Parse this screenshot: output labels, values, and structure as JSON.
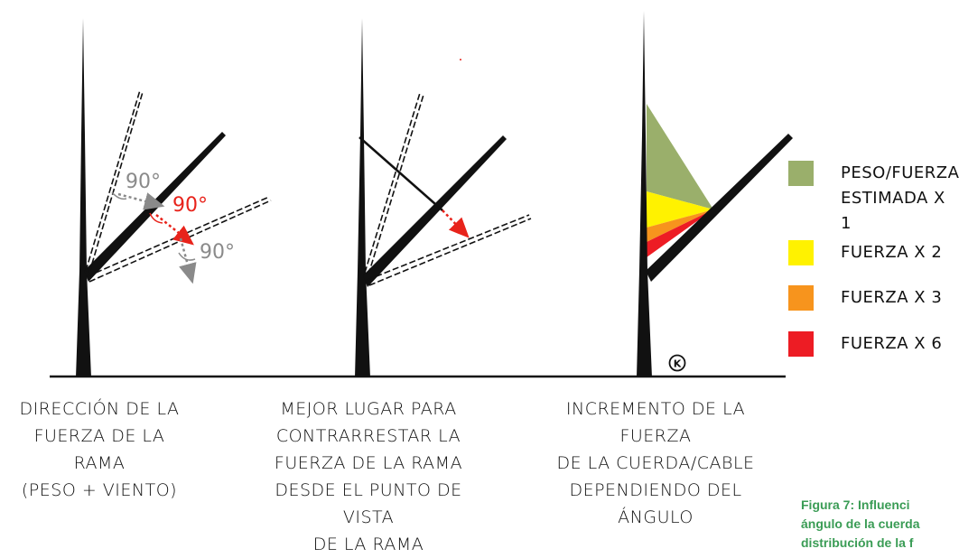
{
  "diagram": {
    "panel1": {
      "angle_labels": {
        "a1": "90°",
        "a2": "90°",
        "a3": "90°"
      }
    },
    "panel3": {
      "mark": "K"
    }
  },
  "captions": {
    "panel1": "DIRECCIÓN DE LA\nFUERZA DE LA RAMA\n(PESO + VIENTO)",
    "panel2": "MEJOR LUGAR PARA\nCONTRARRESTAR LA\nFUERZA DE LA RAMA\nDESDE EL PUNTO DE VISTA\nDE LA RAMA",
    "panel3": "INCREMENTO DE LA FUERZA\nDE LA CUERDA/CABLE\nDEPENDIENDO DEL ÁNGULO"
  },
  "legend": {
    "items": [
      {
        "label": "PESO/FUERZA\nESTIMADA X 1",
        "color": "#9aaf6b"
      },
      {
        "label": "FUERZA X 2",
        "color": "#fff200"
      },
      {
        "label": "FUERZA X 3",
        "color": "#f7941d"
      },
      {
        "label": "FUERZA X 6",
        "color": "#ed1c24"
      }
    ]
  },
  "figure_caption": "Figura 7: Influenci\nángulo de la cuerda\ndistribución de la f",
  "colors": {
    "ink": "#111111",
    "gray_arrow": "#8a8a8a",
    "red_arrow": "#e8231b",
    "caption_green": "#3a9c55"
  }
}
